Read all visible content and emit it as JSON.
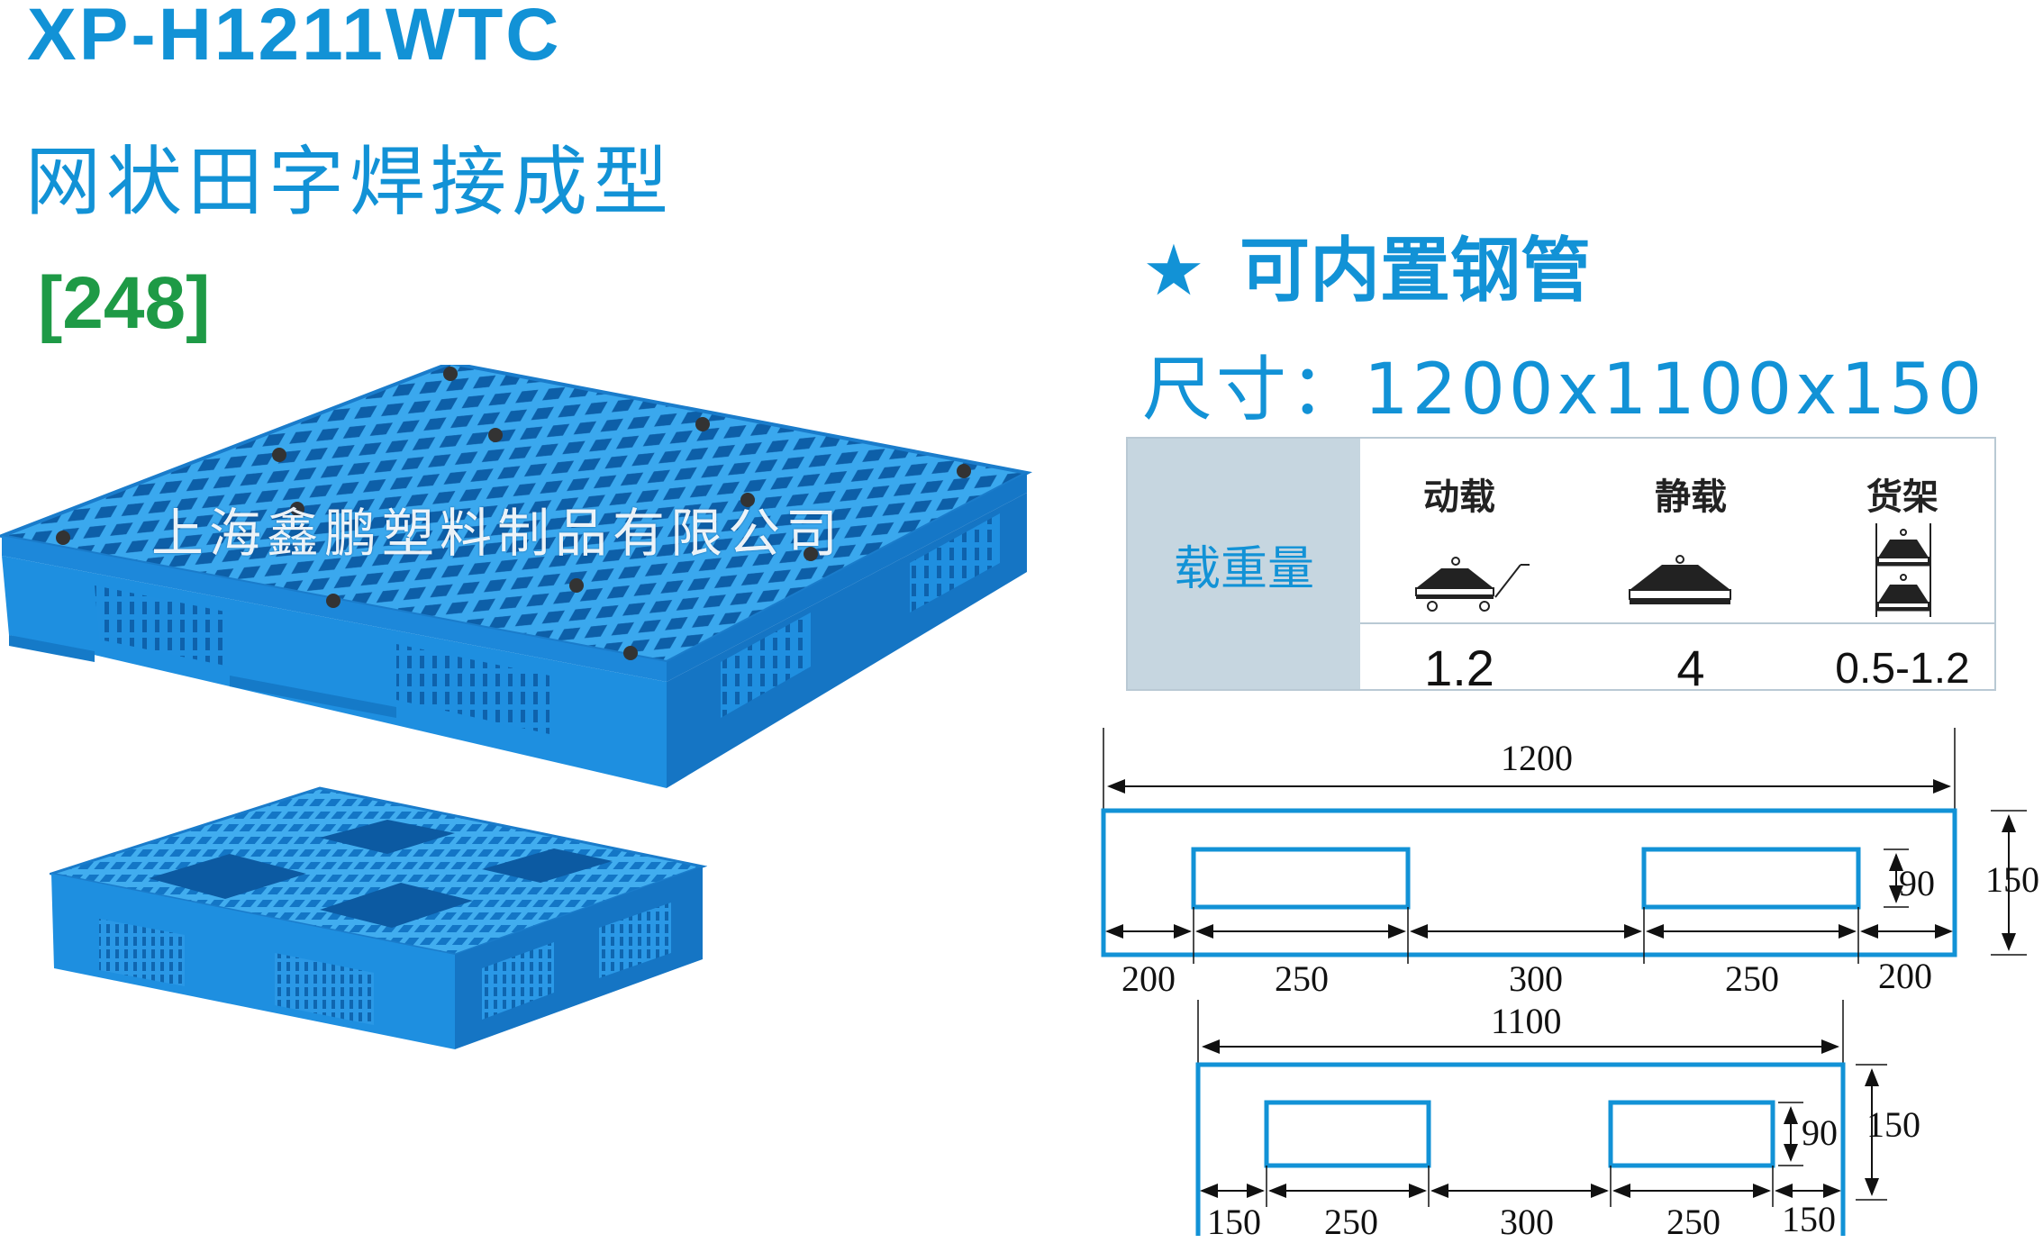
{
  "product": {
    "model_code": "XP-H1211WTC",
    "description": "网状田字焊接成型",
    "number": "[248]"
  },
  "feature": {
    "star": "★",
    "text": "可内置钢管"
  },
  "size": {
    "label": "尺寸：",
    "value": "1200x1100x150"
  },
  "watermark": "上海鑫鹏塑料制品有限公司",
  "load_table": {
    "label": "载重量",
    "columns": [
      {
        "header": "动载",
        "value": "1.2",
        "icon": "dynamic-load-icon"
      },
      {
        "header": "静载",
        "value": "4",
        "icon": "static-load-icon"
      },
      {
        "header": "货架",
        "value": "0.5-1.2",
        "icon": "rack-load-icon"
      }
    ]
  },
  "diagram_1200": {
    "overall": "1200",
    "height": "150",
    "opening_height": "90",
    "segments": [
      "200",
      "250",
      "300",
      "250",
      "200"
    ]
  },
  "diagram_1100": {
    "overall": "1100",
    "height": "150",
    "opening_height": "90",
    "segments": [
      "150",
      "250",
      "300",
      "250",
      "150"
    ]
  },
  "colors": {
    "brand_blue": "#1292d6",
    "number_green": "#1e9a46",
    "pallet_blue": "#1e8fe0",
    "table_label_bg": "#c6d6e0"
  }
}
